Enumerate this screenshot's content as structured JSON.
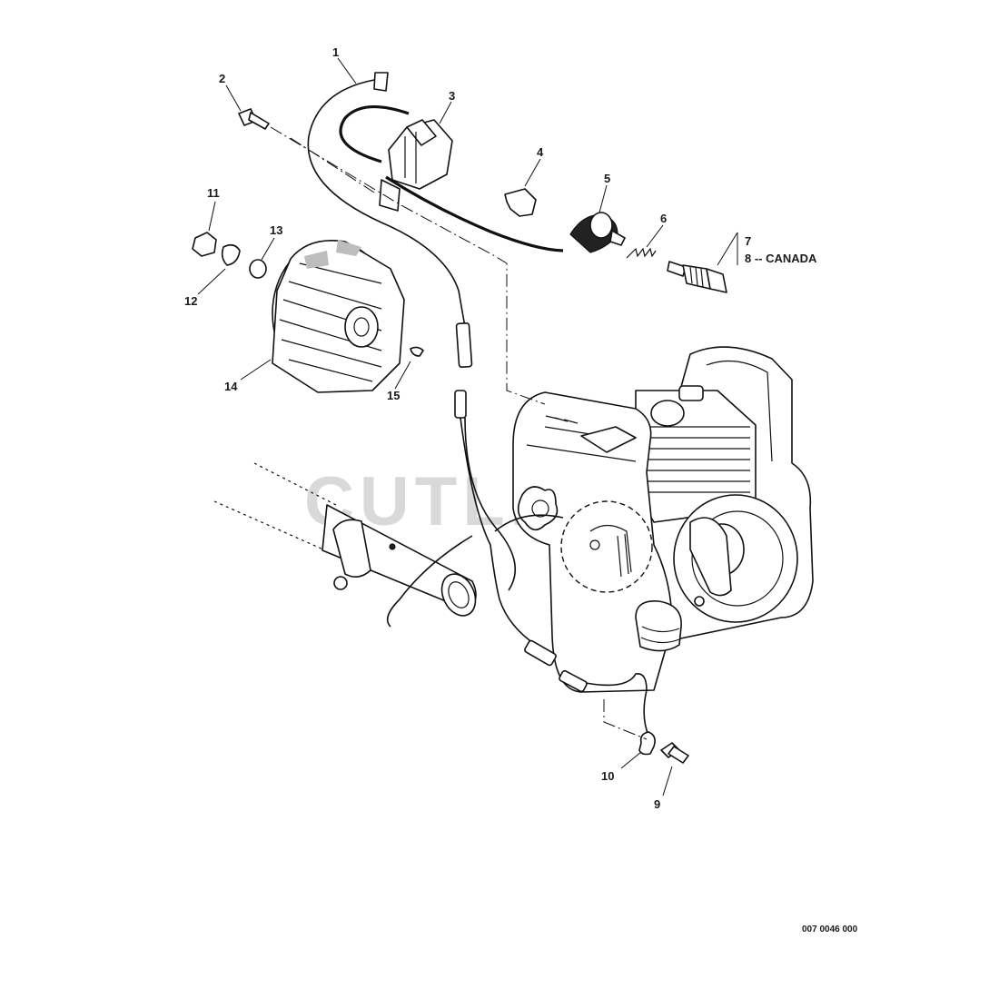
{
  "watermark": "CUTLERS",
  "drawing_number": "007 0046 000",
  "callouts": [
    {
      "id": "c1",
      "text": "1"
    },
    {
      "id": "c2",
      "text": "2"
    },
    {
      "id": "c3",
      "text": "3"
    },
    {
      "id": "c4",
      "text": "4"
    },
    {
      "id": "c5",
      "text": "5"
    },
    {
      "id": "c6",
      "text": "6"
    },
    {
      "id": "c7",
      "text": "7"
    },
    {
      "id": "c8",
      "text": "8 -- CANADA"
    },
    {
      "id": "c9",
      "text": "9"
    },
    {
      "id": "c10",
      "text": "10"
    },
    {
      "id": "c11",
      "text": "11"
    },
    {
      "id": "c12",
      "text": "12"
    },
    {
      "id": "c13",
      "text": "13"
    },
    {
      "id": "c14",
      "text": "14"
    },
    {
      "id": "c15",
      "text": "15"
    }
  ]
}
